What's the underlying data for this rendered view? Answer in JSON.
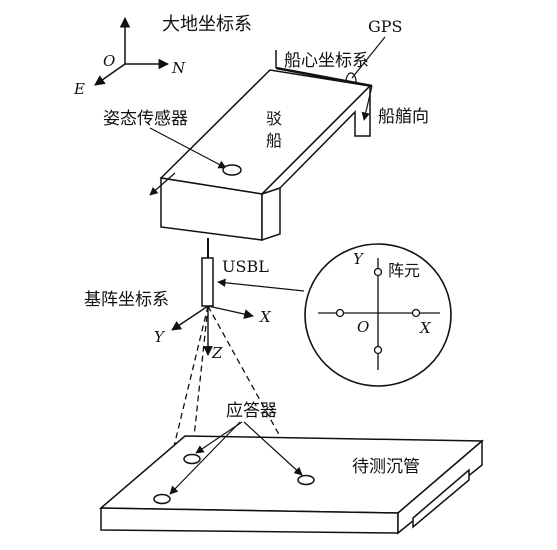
{
  "labels": {
    "geodetic_frame": "大地坐标系",
    "gps": "GPS",
    "ship_frame": "船心坐标系",
    "heading": "船艏向",
    "attitude_sensor": "姿态传感器",
    "survey_ship": "驳船",
    "usbl": "USBL",
    "base_array_frame": "基阵坐标系",
    "array_element": "阵元",
    "transponder": "应答器",
    "pipe_to_measure": "待测沉管"
  },
  "axes": {
    "geo_origin": "O",
    "geo_north": "N",
    "geo_east": "E",
    "ship_x": "X",
    "ship_y": "Y",
    "ship_z": "Z",
    "inset_y": "Y",
    "inset_x": "X",
    "inset_origin": "O"
  }
}
